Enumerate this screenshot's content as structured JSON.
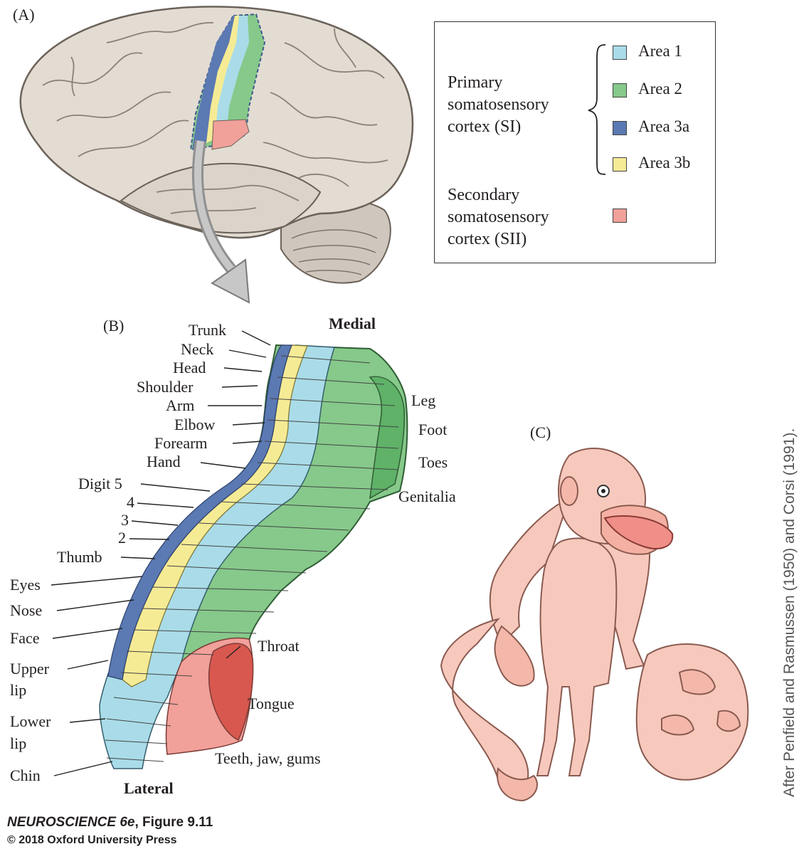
{
  "panels": {
    "a": "(A)",
    "b": "(B)",
    "c": "(C)"
  },
  "legend": {
    "primary_label": [
      "Primary",
      "somatosensory",
      "cortex (SI)"
    ],
    "secondary_label": [
      "Secondary",
      "somatosensory",
      "cortex (SII)"
    ],
    "areas": [
      {
        "label": "Area 1",
        "color": "#a9dce8"
      },
      {
        "label": "Area 2",
        "color": "#86c98a"
      },
      {
        "label": "Area 3a",
        "color": "#5b79b2"
      },
      {
        "label": "Area 3b",
        "color": "#f6eb95"
      }
    ],
    "sii_color": "#f1a09a"
  },
  "map": {
    "medial": "Medial",
    "lateral": "Lateral",
    "left_labels": [
      "Trunk",
      "Neck",
      "Head",
      "Shoulder",
      "Arm",
      "Elbow",
      "Forearm",
      "Hand",
      "Digit 5",
      "4",
      "3",
      "2",
      "Thumb",
      "Eyes",
      "Nose",
      "Face",
      "Upper",
      "lip",
      "Lower",
      "lip",
      "Chin"
    ],
    "right_labels": [
      "Leg",
      "Foot",
      "Toes",
      "Genitalia",
      "Throat",
      "Tongue",
      "Teeth, jaw, gums"
    ]
  },
  "credits": {
    "book_title": "NEUROSCIENCE 6e",
    "figure": ", Figure 9.11",
    "copyright": "© 2018 Oxford University Press",
    "source": "After Penfield and Rasmussen (1950) and Corsi (1991)."
  }
}
